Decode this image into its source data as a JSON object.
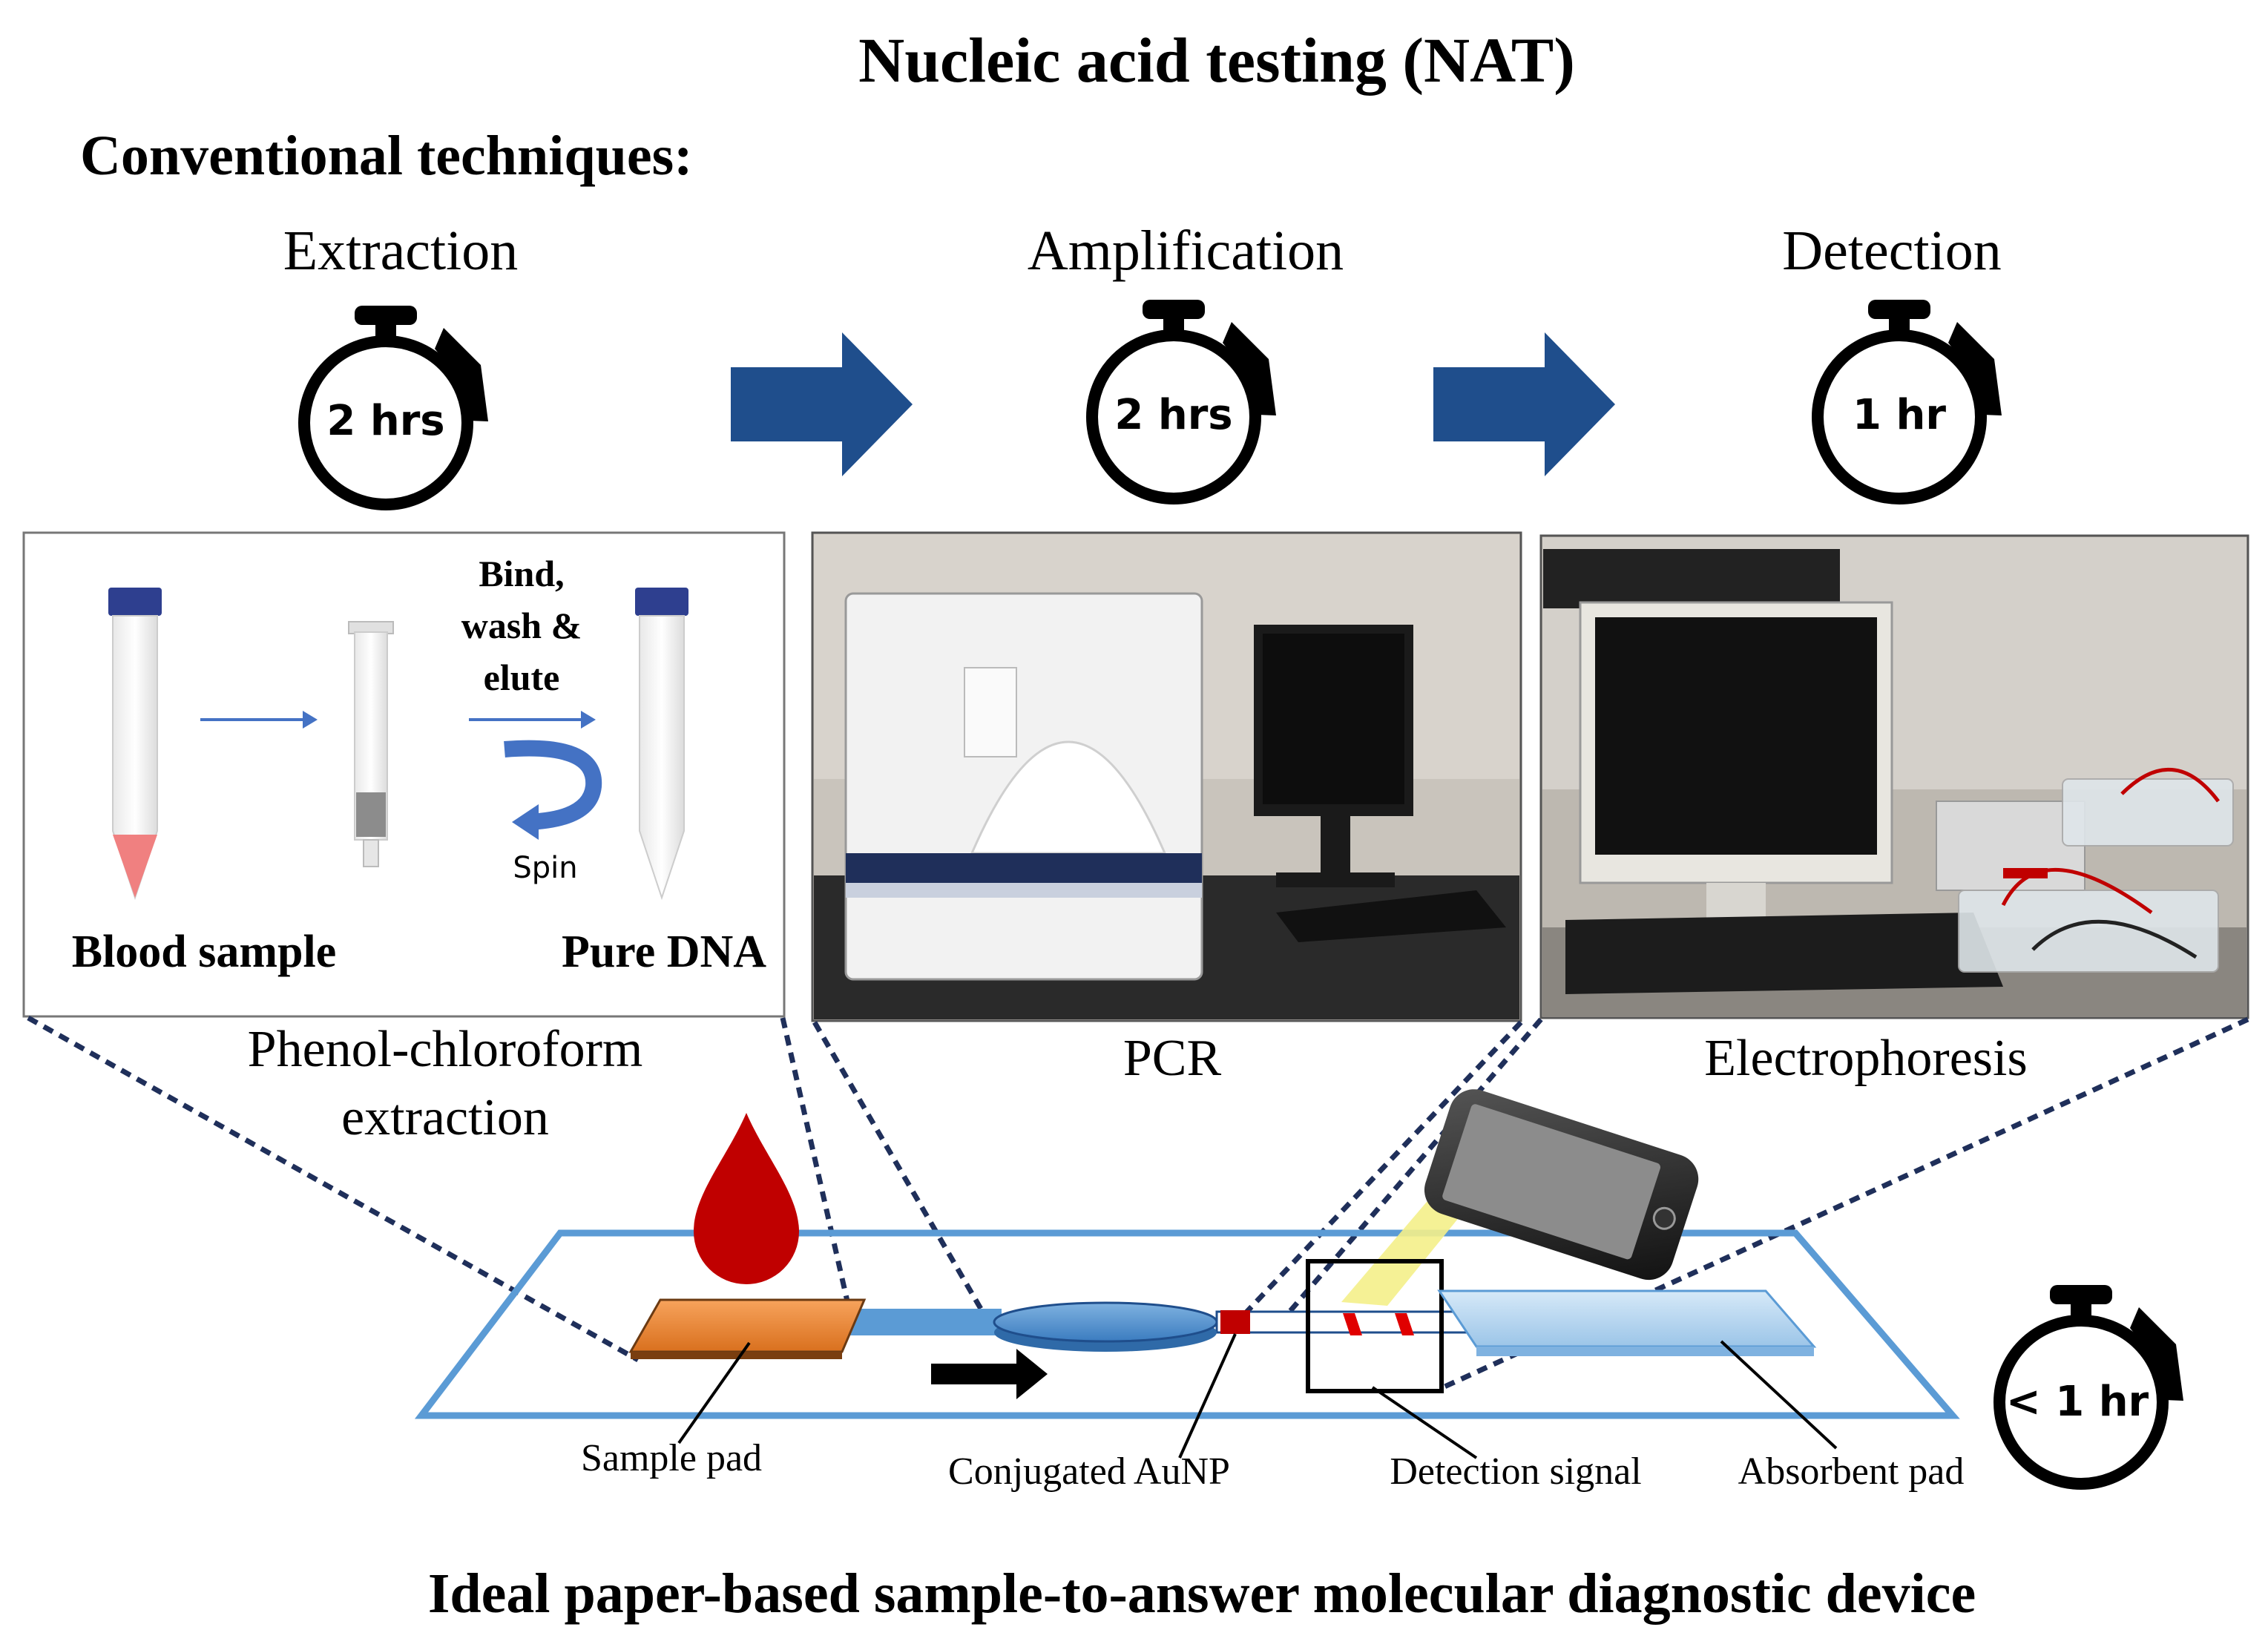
{
  "title": "Nucleic acid testing (NAT)",
  "section_label": "Conventional techniques:",
  "stages": [
    {
      "name": "Extraction",
      "time": "2 hrs",
      "caption_line1": "Phenol-chloroform",
      "caption_line2": "extraction"
    },
    {
      "name": "Amplification",
      "time": "2 hrs",
      "caption": "PCR"
    },
    {
      "name": "Detection",
      "time": "1 hr",
      "caption": "Electrophoresis"
    }
  ],
  "extraction_panel": {
    "step_label_line1": "Bind,",
    "step_label_line2": "wash &",
    "step_label_line3": "elute",
    "spin_label": "Spin",
    "input_label": "Blood sample",
    "output_label": "Pure DNA"
  },
  "device": {
    "time": "< 1 hr",
    "labels": {
      "sample_pad": "Sample pad",
      "conjugated": "Conjugated AuNP",
      "detection": "Detection signal",
      "absorbent": "Absorbent pad"
    },
    "caption": "Ideal paper-based sample-to-answer molecular diagnostic device"
  },
  "colors": {
    "arrow_blue": "#1f4e8c",
    "strip_blue": "#5b9bd5",
    "sample_pad": "#f28c3a",
    "blood_red": "#c00000",
    "absorbent": "#bcd8f2",
    "tube_cap": "#2e3f8f",
    "tube_tip": "#f08080"
  }
}
